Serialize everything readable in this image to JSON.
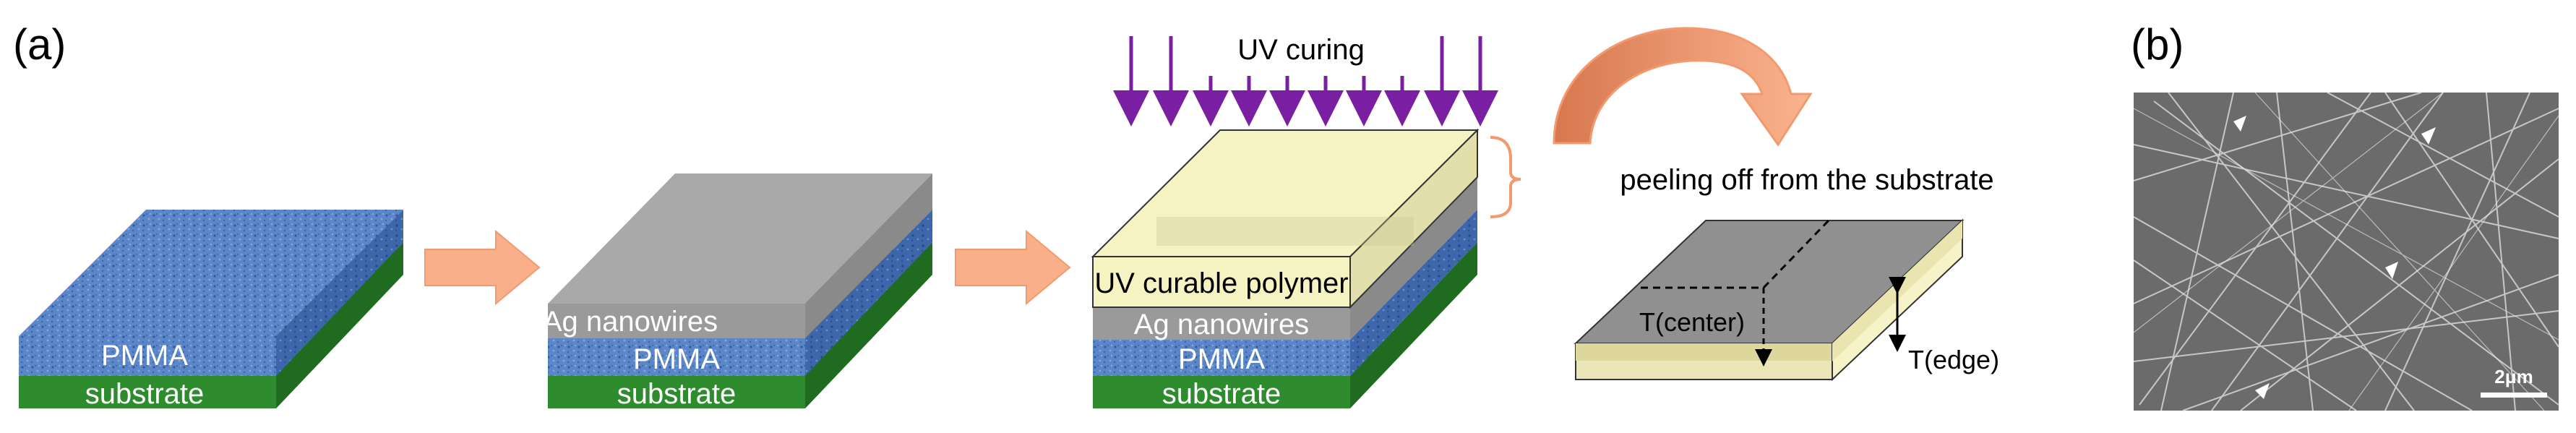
{
  "panels": {
    "a_label": "(a)",
    "b_label": "(b)"
  },
  "step1": {
    "layer_top": "PMMA",
    "layer_bottom": "substrate"
  },
  "step2": {
    "layer_top": "Ag nanowires",
    "layer_mid": "PMMA",
    "layer_bottom": "substrate"
  },
  "step3": {
    "uv_label": "UV curing",
    "polymer": "UV curable polymer",
    "layer_nw": "Ag nanowires",
    "layer_pmma": "PMMA",
    "layer_sub": "substrate"
  },
  "peel": {
    "label": "peeling off from the substrate",
    "t_center": "T(center)",
    "t_edge": "T(edge)"
  },
  "sem": {
    "scale_bar": "2μm"
  },
  "colors": {
    "substrate_green": "#2e8b2e",
    "pmma_blue": "#4a78c0",
    "nanowire_gray": "#9a9a9a",
    "polymer_yellow": "#f6f3c2",
    "arrow_orange": "#f9b08a",
    "uv_purple": "#7a1fa2"
  }
}
